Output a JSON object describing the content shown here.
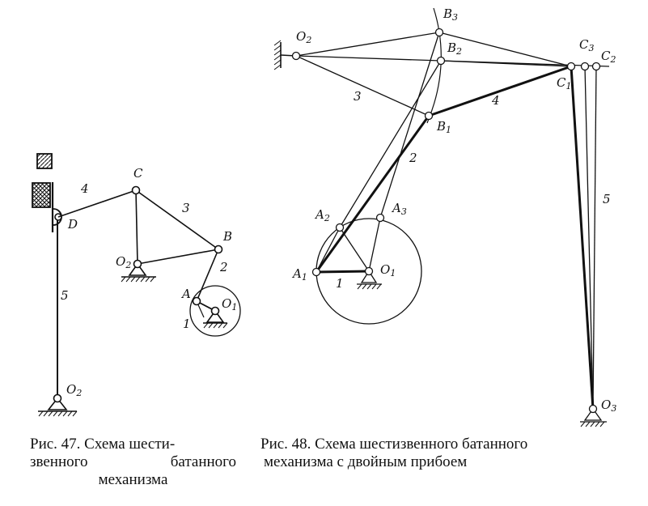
{
  "fig47": {
    "labels": {
      "link4": "4",
      "C": "C",
      "link3": "3",
      "D": "D",
      "B": "B",
      "O2": "O",
      "O2_sub": "2",
      "link2": "2",
      "link5": "5",
      "A": "A",
      "O1": "O",
      "O1_sub": "1",
      "link1": "1",
      "O2b": "O",
      "O2b_sub": "2"
    },
    "caption": {
      "line1": "Рис. 47. Схема шести-",
      "line2": "звенного батанного",
      "line3": "механизма"
    }
  },
  "fig48": {
    "labels": {
      "B3": "B",
      "B3_sub": "3",
      "O2": "O",
      "O2_sub": "2",
      "B2": "B",
      "B2_sub": "2",
      "C3": "C",
      "C3_sub": "3",
      "C2": "C",
      "C2_sub": "2",
      "C1": "C",
      "C1_sub": "1",
      "link3": "3",
      "link4": "4",
      "B1": "B",
      "B1_sub": "1",
      "link2": "2",
      "link5": "5",
      "A2": "A",
      "A2_sub": "2",
      "A3": "A",
      "A3_sub": "3",
      "A1": "A",
      "A1_sub": "1",
      "link1": "1",
      "O1": "O",
      "O1_sub": "1",
      "O3": "O",
      "O3_sub": "3"
    },
    "caption": {
      "line1": "Рис. 48. Схема шестизвенного батанного",
      "line2": "механизма с двойным прибоем"
    }
  }
}
